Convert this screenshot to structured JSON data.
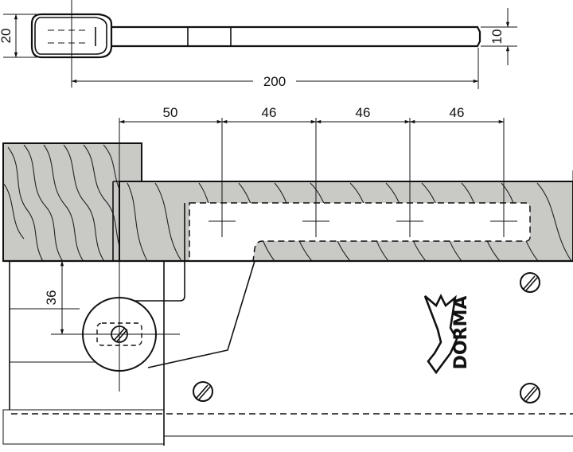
{
  "colors": {
    "ink": "#111111",
    "wood_fill": "#c9c9c6",
    "background": "#ffffff"
  },
  "top_view": {
    "dim_total_length": "200",
    "dim_head_height": "20",
    "dim_shaft_height": "10"
  },
  "front_view": {
    "dim_spacing": [
      "50",
      "46",
      "46",
      "46"
    ],
    "dim_vertical": "36",
    "brand_logo_text": "DORMA",
    "icons": [
      "brand-logo-icon",
      "screw-icon"
    ]
  }
}
